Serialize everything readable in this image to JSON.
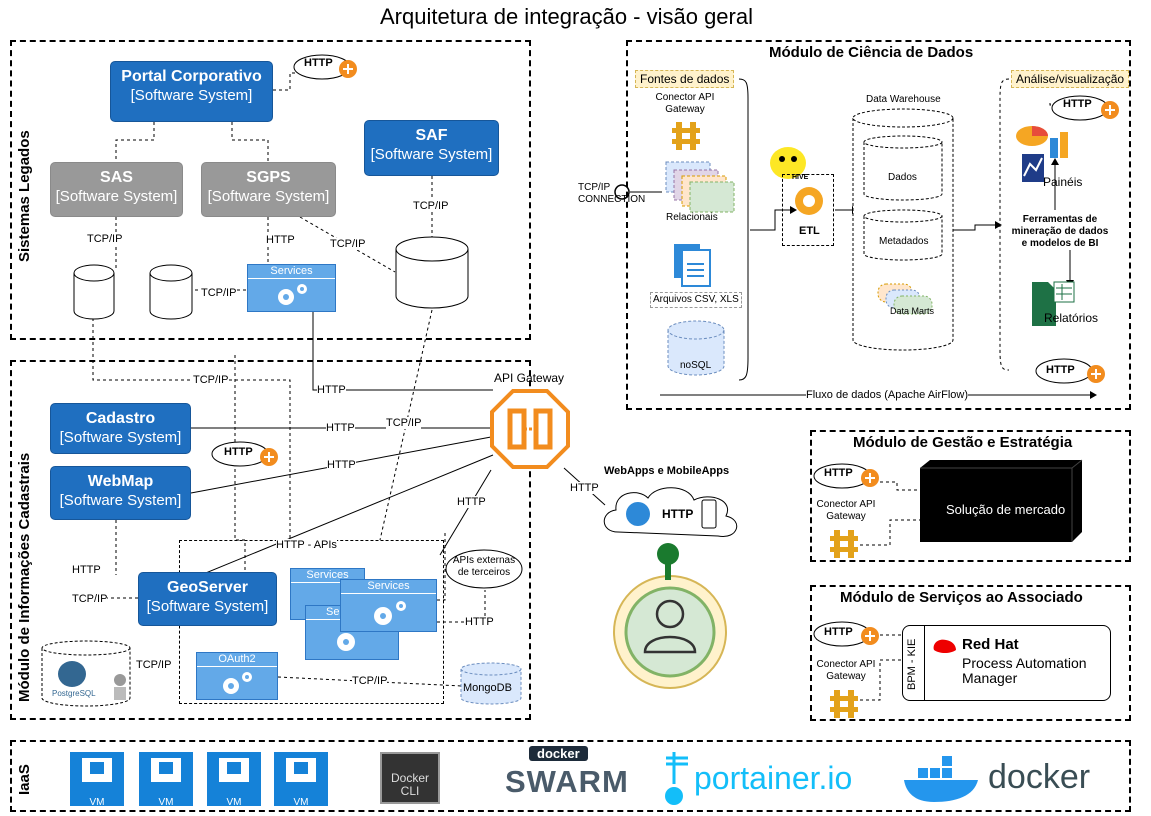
{
  "title": "Arquitetura de integração - visão geral",
  "legacy": {
    "vertical_label": "Sistemas Legados",
    "portal": {
      "name": "Portal Corporativo",
      "type": "[Software System]"
    },
    "sas": {
      "name": "SAS",
      "type": "[Software System]"
    },
    "sgps": {
      "name": "SGPS",
      "type": "[Software System]"
    },
    "saf": {
      "name": "SAF",
      "type": "[Software System]"
    },
    "services": "Services"
  },
  "cadastral": {
    "vertical_label": "Módulo de Informações Cadastrais",
    "cadastro": {
      "name": "Cadastro",
      "type": "[Software System]"
    },
    "webmap": {
      "name": "WebMap",
      "type": "[Software System]"
    },
    "geoserver": {
      "name": "GeoServer",
      "type": "[Software System]"
    },
    "apis_label": "HTTP - APIs",
    "services": "Services",
    "services_clipped": "Se",
    "oauth": "OAuth2",
    "mongodb": "MongoDB",
    "apis_terceiros": "APIs externas de terceiros",
    "postgres": "PostgreSQL"
  },
  "gateway": {
    "label": "API Gateway",
    "webapps": "WebApps e MobileApps"
  },
  "data_science": {
    "title": "Módulo de Ciência de Dados",
    "fontes": "Fontes de dados",
    "conector": "Conector API Gateway",
    "relacionais": "Relacionais",
    "arquivos": "Arquivos CSV, XLS",
    "nosql": "noSQL",
    "tcp_connection": "TCP/IP CONNECTION",
    "hive": "HIVE",
    "etl": "ETL",
    "dw": "Data Warehouse",
    "dados": "Dados",
    "metadados": "Metadados",
    "data_marts": "Data Marts",
    "analise": "Análise/visualização",
    "paineis": "Painéis",
    "ferramentas": "Ferramentas de mineração de dados e modelos de BI",
    "relatorios": "Relatórios",
    "fluxo": "Fluxo de dados (Apache AirFlow)"
  },
  "gestao": {
    "title": "Módulo de Gestão e Estratégia",
    "solucao": "Solução de mercado",
    "conector": "Conector API Gateway"
  },
  "servicos": {
    "title": "Módulo de Serviços ao Associado",
    "conector": "Conector API Gateway",
    "bpm": "BPM - KIE",
    "redhat": "Red Hat",
    "pam": "Process Automation Manager"
  },
  "iaas": {
    "label": "IaaS",
    "vm": "VM",
    "docker_cli": "Docker CLI",
    "swarm_top": "docker",
    "swarm": "SWARM",
    "portainer": "portainer.io",
    "docker": "docker"
  },
  "edges": {
    "http": "HTTP",
    "tcpip": "TCP/IP"
  },
  "colors": {
    "blue": "#1f6fc0",
    "gray": "#999999",
    "service": "#63a9e8",
    "gateway": "#f28c1e",
    "yellow_note": "#fff2cc"
  }
}
